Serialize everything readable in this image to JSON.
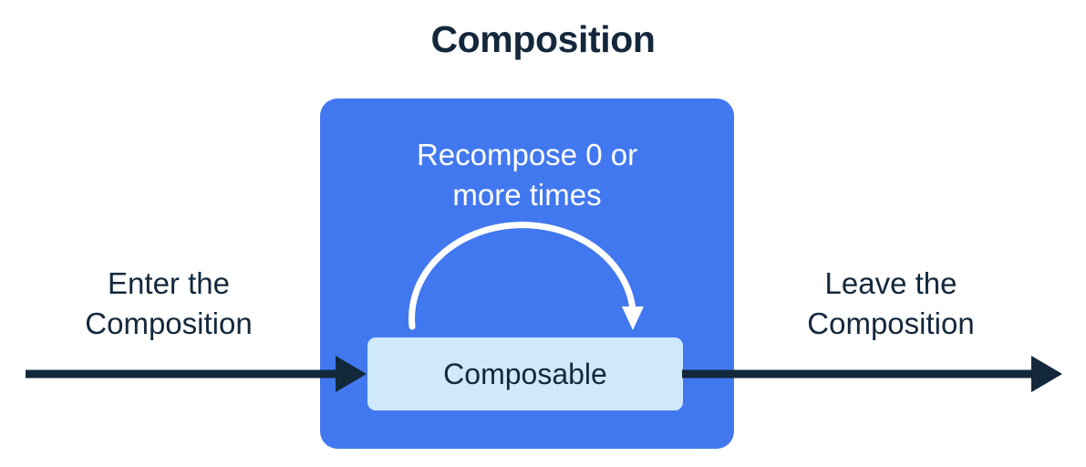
{
  "diagram": {
    "title": "Composition",
    "colors": {
      "background": "#ffffff",
      "title_text": "#14283c",
      "composition_box": "#4278ef",
      "composable_box": "#d0e8fc",
      "composable_text": "#14283c",
      "recompose_text": "#ffffff",
      "flow_arrow": "#14283c",
      "recompose_arrow": "#ffffff",
      "side_label_text": "#14283c"
    },
    "composition_container": {
      "name": "Composition",
      "recompose_caption": "Recompose 0 or\nmore times",
      "composable_node": {
        "label": "Composable"
      },
      "recompose_arrow": {
        "kind": "curved-loop-arrow",
        "direction": "clockwise",
        "meaning": "Recompose 0 or more times"
      }
    },
    "flow": {
      "enter_label": "Enter the\nComposition",
      "leave_label": "Leave the\nComposition",
      "enter_arrow": {
        "kind": "straight-arrow",
        "direction": "right",
        "target": "Composable"
      },
      "leave_arrow": {
        "kind": "straight-arrow",
        "direction": "right",
        "source": "Composable"
      }
    }
  }
}
